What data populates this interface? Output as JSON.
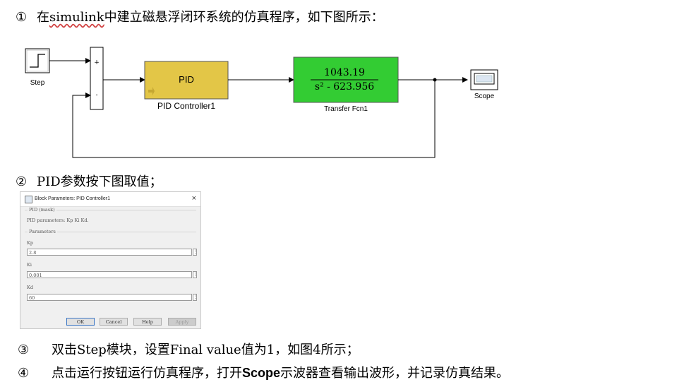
{
  "steps": {
    "s1": {
      "num": "①",
      "pre": "在",
      "word": "simulink",
      "post": "中建立磁悬浮闭环系统的仿真程序，如下图所示："
    },
    "s2": {
      "num": "②",
      "text": "PID参数按下图取值；"
    },
    "s3": {
      "num": "③",
      "text": "双击Step模块，设置Final value值为1，如图4所示；"
    },
    "s4": {
      "num": "④",
      "pre": "点击运行按钮运行仿真程序，打开",
      "bold": "Scope",
      "post": "示波器查看输出波形，并记录仿真结果。"
    }
  },
  "diagram": {
    "step_label": "Step",
    "sum_plus": "+",
    "sum_minus": "-",
    "pid_text": "PID",
    "pid_label": "PID  Controller1",
    "tf_num": "1043.19",
    "tf_den": "s² - 623.956",
    "tf_label": "Transfer Fcn1",
    "scope_label": "Scope",
    "pid_color": "#e3c647",
    "tf_color": "#33cc33"
  },
  "dialog": {
    "title": "Block Parameters: PID Controller1",
    "close": "×",
    "group_mask": "PID (mask)",
    "desc": "PID parameters: Kp Ki Kd.",
    "group_params": "Parameters",
    "kp_label": "Kp",
    "kp_value": "2.8",
    "ki_label": "Ki",
    "ki_value": "0.001",
    "kd_label": "Kd",
    "kd_value": "60",
    "ok": "OK",
    "cancel": "Cancel",
    "help": "Help",
    "apply": "Apply"
  }
}
